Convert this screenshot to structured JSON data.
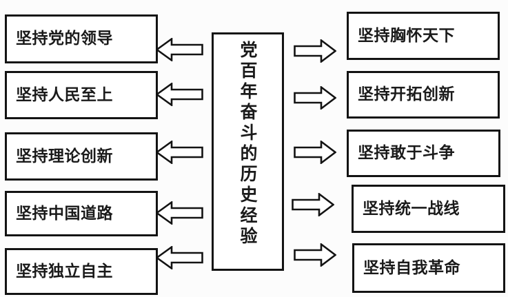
{
  "diagram": {
    "center": {
      "title": "党百年奋斗的历史经验"
    },
    "left_items": [
      {
        "label": "坚持党的领导"
      },
      {
        "label": "坚持人民至上"
      },
      {
        "label": "坚持理论创新"
      },
      {
        "label": "坚持中国道路"
      },
      {
        "label": "坚持独立自主"
      }
    ],
    "right_items": [
      {
        "label": "坚持胸怀天下"
      },
      {
        "label": "坚持开拓创新"
      },
      {
        "label": "坚持敢于斗争"
      },
      {
        "label": "坚持统一战线"
      },
      {
        "label": "坚持自我革命"
      }
    ],
    "icons": {
      "left_connector": "block-arrow-left",
      "right_connector": "block-arrow-right"
    },
    "colors": {
      "background": "#fcfcfc",
      "box_fill": "#ffffff",
      "box_border": "#131313",
      "text": "#1a1a1a"
    }
  }
}
